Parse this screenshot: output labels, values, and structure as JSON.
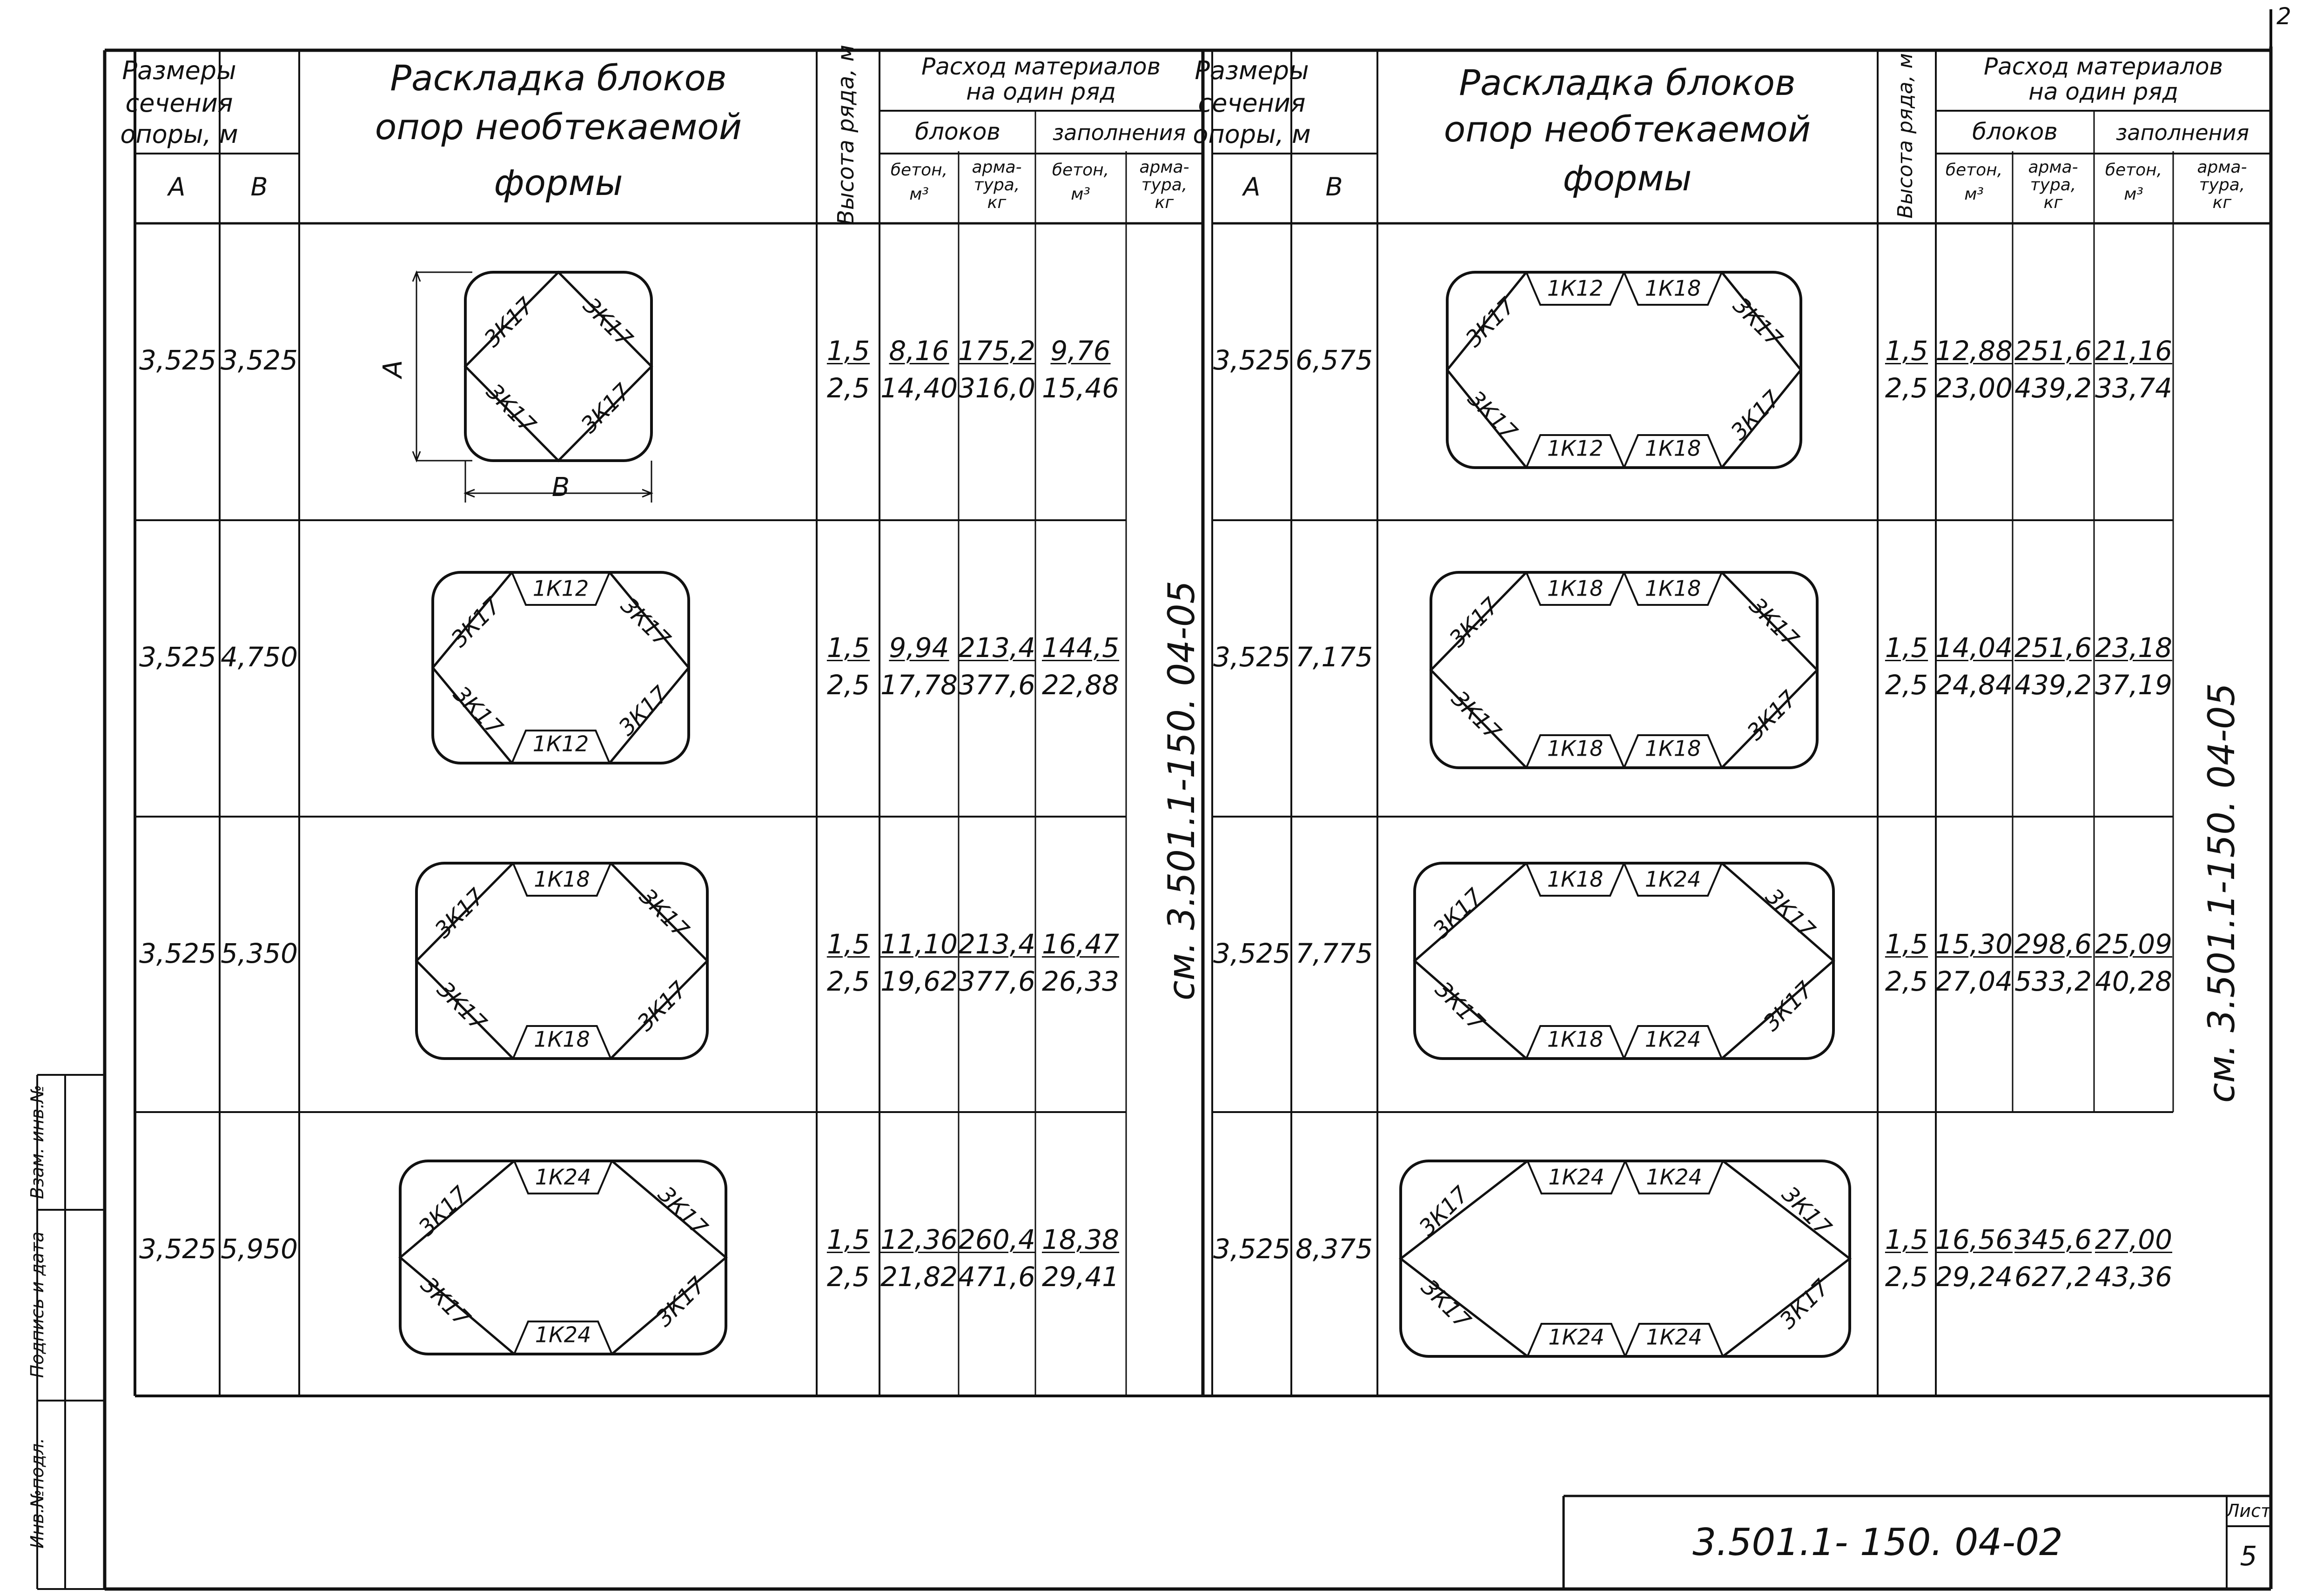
{
  "page": {
    "top_corner": "2",
    "sheet_label": "Лист",
    "sheet_number": "5",
    "drawing_code": "3.501.1- 150. 04-02",
    "side_stamp": [
      "Инв.№подл.",
      "Подпись и дата",
      "Взам. инв.№"
    ]
  },
  "headers": {
    "section_size": "Размеры сечения опоры, м",
    "section_size_lines": [
      "Размеры",
      "сечения",
      "опоры, м"
    ],
    "col_a": "А",
    "col_b": "В",
    "layout_lines": [
      "Раскладка блоков",
      "опор необтекаемой",
      "формы"
    ],
    "row_height": "Высота ряда, м",
    "consumption_lines": [
      "Расход материалов",
      "на один ряд"
    ],
    "blocks": "блоков",
    "filling": "заполнения",
    "concrete": "бетон, м³",
    "concrete_lines": [
      "бетон,",
      "м³"
    ],
    "rebar": "арматура, кг",
    "rebar_lines": [
      "арма-",
      "тура,",
      "кг"
    ],
    "see_ref": "см. 3.501.1-150. 04-05"
  },
  "diagram_labels": {
    "dim_a": "А",
    "dim_b": "В"
  },
  "left_rows": [
    {
      "a": "3,525",
      "b": "3,525",
      "h": [
        "1,5",
        "2,5"
      ],
      "bc": [
        "8,16",
        "14,40"
      ],
      "ba": [
        "175,2",
        "316,0"
      ],
      "fc": [
        "9,76",
        "15,46"
      ],
      "blocks": {
        "tl": "3К17",
        "tr": "3К17",
        "bl": "3К17",
        "br": "3К17",
        "top": [],
        "bottom": []
      }
    },
    {
      "a": "3,525",
      "b": "4,750",
      "h": [
        "1,5",
        "2,5"
      ],
      "bc": [
        "9,94",
        "17,78"
      ],
      "ba": [
        "213,4",
        "377,6"
      ],
      "fc": [
        "144,5",
        "22,88"
      ],
      "blocks": {
        "tl": "3К17",
        "tr": "3К17",
        "bl": "3К17",
        "br": "3К17",
        "top": [
          "1К12"
        ],
        "bottom": [
          "1К12"
        ]
      }
    },
    {
      "a": "3,525",
      "b": "5,350",
      "h": [
        "1,5",
        "2,5"
      ],
      "bc": [
        "11,10",
        "19,62"
      ],
      "ba": [
        "213,4",
        "377,6"
      ],
      "fc": [
        "16,47",
        "26,33"
      ],
      "blocks": {
        "tl": "3К17",
        "tr": "3К17",
        "bl": "3К17",
        "br": "3К17",
        "top": [
          "1К18"
        ],
        "bottom": [
          "1К18"
        ]
      }
    },
    {
      "a": "3,525",
      "b": "5,950",
      "h": [
        "1,5",
        "2,5"
      ],
      "bc": [
        "12,36",
        "21,82"
      ],
      "ba": [
        "260,4",
        "471,6"
      ],
      "fc": [
        "18,38",
        "29,41"
      ],
      "blocks": {
        "tl": "3К17",
        "tr": "3К17",
        "bl": "3К17",
        "br": "3К17",
        "top": [
          "1К24"
        ],
        "bottom": [
          "1К24"
        ]
      }
    }
  ],
  "right_rows": [
    {
      "a": "3,525",
      "b": "6,575",
      "h": [
        "1,5",
        "2,5"
      ],
      "bc": [
        "12,88",
        "23,00"
      ],
      "ba": [
        "251,6",
        "439,2"
      ],
      "fc": [
        "21,16",
        "33,74"
      ],
      "blocks": {
        "tl": "3К17",
        "tr": "3К17",
        "bl": "3К17",
        "br": "3К17",
        "top": [
          "1К12",
          "1К18"
        ],
        "bottom": [
          "1К12",
          "1К18"
        ]
      }
    },
    {
      "a": "3,525",
      "b": "7,175",
      "h": [
        "1,5",
        "2,5"
      ],
      "bc": [
        "14,04",
        "24,84"
      ],
      "ba": [
        "251,6",
        "439,2"
      ],
      "fc": [
        "23,18",
        "37,19"
      ],
      "blocks": {
        "tl": "3К17",
        "tr": "3К17",
        "bl": "3К17",
        "br": "3К17",
        "top": [
          "1К18",
          "1К18"
        ],
        "bottom": [
          "1К18",
          "1К18"
        ]
      }
    },
    {
      "a": "3,525",
      "b": "7,775",
      "h": [
        "1,5",
        "2,5"
      ],
      "bc": [
        "15,30",
        "27,04"
      ],
      "ba": [
        "298,6",
        "533,2"
      ],
      "fc": [
        "25,09",
        "40,28"
      ],
      "blocks": {
        "tl": "3К17",
        "tr": "3К17",
        "bl": "3К17",
        "br": "3К17",
        "top": [
          "1К18",
          "1К24"
        ],
        "bottom": [
          "1К18",
          "1К24"
        ]
      }
    },
    {
      "a": "3,525",
      "b": "8,375",
      "h": [
        "1,5",
        "2,5"
      ],
      "bc": [
        "16,56",
        "29,24"
      ],
      "ba": [
        "345,6",
        "627,2"
      ],
      "fc": [
        "27,00",
        "43,36"
      ],
      "blocks": {
        "tl": "3К17",
        "tr": "3К17",
        "bl": "3К17",
        "br": "3К17",
        "top": [
          "1К24",
          "1К24"
        ],
        "bottom": [
          "1К24",
          "1К24"
        ]
      }
    }
  ]
}
